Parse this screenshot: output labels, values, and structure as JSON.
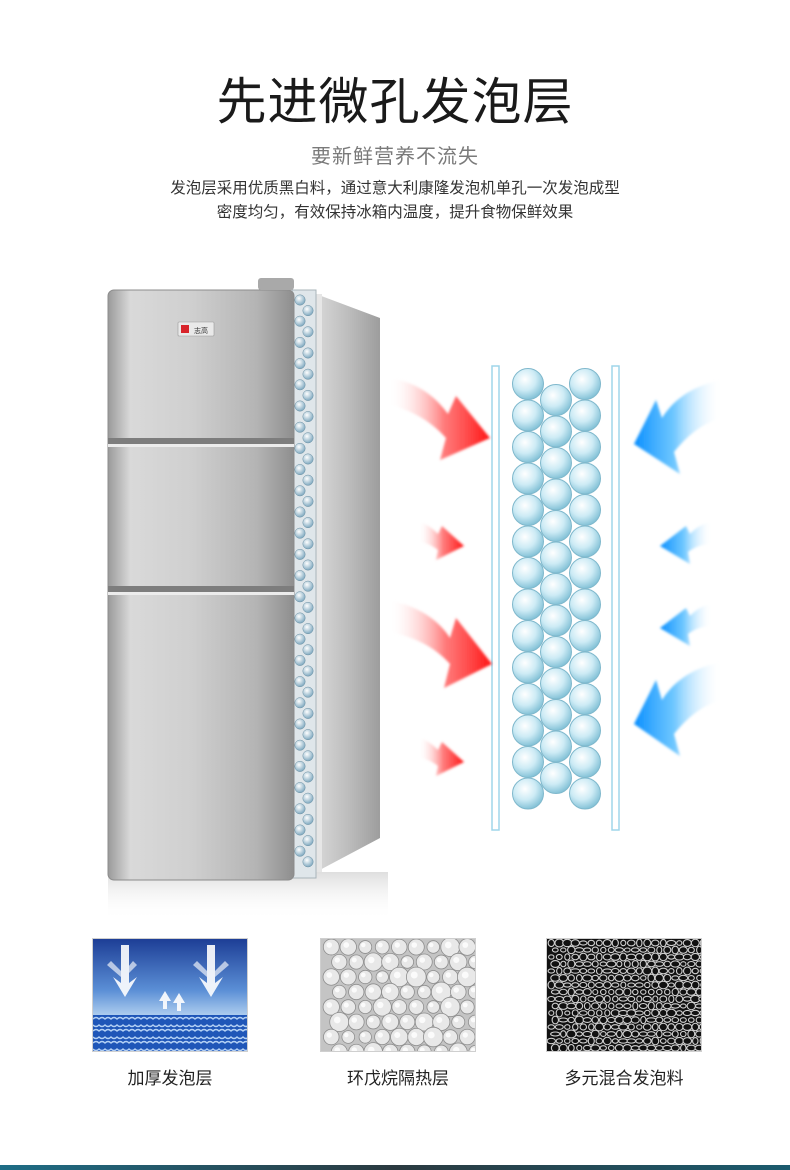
{
  "header": {
    "title": "先进微孔发泡层",
    "subtitle": "要新鲜营养不流失",
    "desc_line1": "发泡层采用优质黑白料，通过意大利康隆发泡机单孔一次发泡成型",
    "desc_line2": "密度均匀，有效保持冰箱内温度，提升食物保鲜效果"
  },
  "product": {
    "brand_badge": "志高"
  },
  "features": [
    {
      "label": "加厚发泡层",
      "icon": "thick-foam-layer-icon"
    },
    {
      "label": "环戊烷隔热层",
      "icon": "cyclopentane-insulation-icon"
    },
    {
      "label": "多元混合发泡料",
      "icon": "mixed-foam-material-icon"
    }
  ],
  "colors": {
    "hot_arrow": "#ff2a2a",
    "cold_arrow": "#1aa0ff",
    "bubble": "#b8e4f2",
    "fridge_silver": "#c8c8c8",
    "bottom_bar": "#1e6d86"
  }
}
